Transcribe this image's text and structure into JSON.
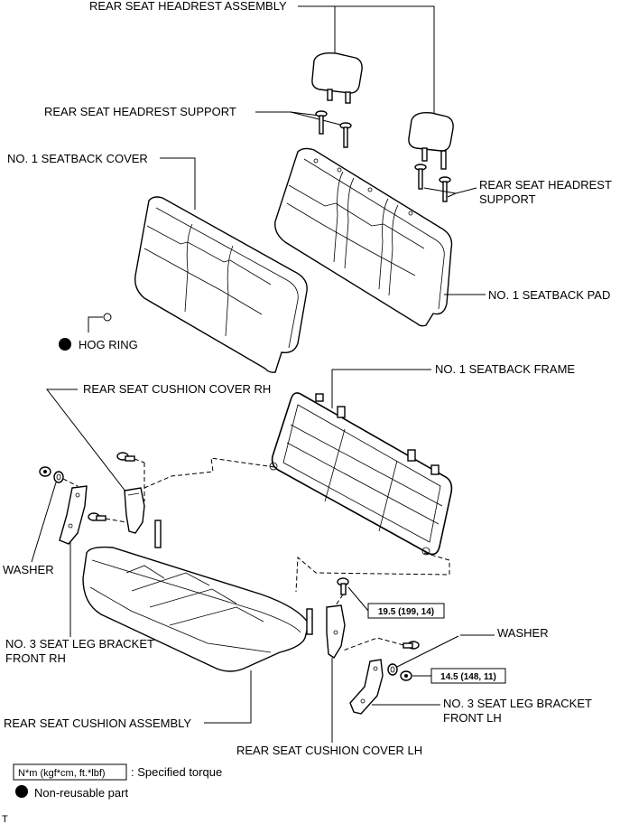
{
  "labels": {
    "headrest_assembly": "REAR SEAT HEADREST ASSEMBLY",
    "headrest_support_left": "REAR SEAT HEADREST SUPPORT",
    "seatback_cover": "NO. 1 SEATBACK COVER",
    "headrest_support_right_1": "REAR SEAT HEADREST",
    "headrest_support_right_2": "SUPPORT",
    "seatback_pad": "NO. 1 SEATBACK PAD",
    "hog_ring": "HOG RING",
    "seatback_frame": "NO. 1 SEATBACK FRAME",
    "cushion_cover_rh": "REAR SEAT CUSHION COVER RH",
    "washer_left": "WASHER",
    "leg_bracket_rh_1": "NO. 3 SEAT LEG BRACKET",
    "leg_bracket_rh_2": "FRONT RH",
    "cushion_assembly": "REAR SEAT CUSHION ASSEMBLY",
    "cushion_cover_lh": "REAR SEAT CUSHION COVER LH",
    "washer_right": "WASHER",
    "leg_bracket_lh_1": "NO. 3 SEAT LEG BRACKET",
    "leg_bracket_lh_2": "FRONT LH"
  },
  "torques": {
    "upper": "19.5 (199, 14)",
    "lower": "14.5 (148, 11)"
  },
  "legend": {
    "torque_unit": "N*m (kgf*cm, ft.*lbf)",
    "torque_text": ": Specified torque",
    "nonreusable_text": "Non-reusable part"
  },
  "corner_mark": "T"
}
